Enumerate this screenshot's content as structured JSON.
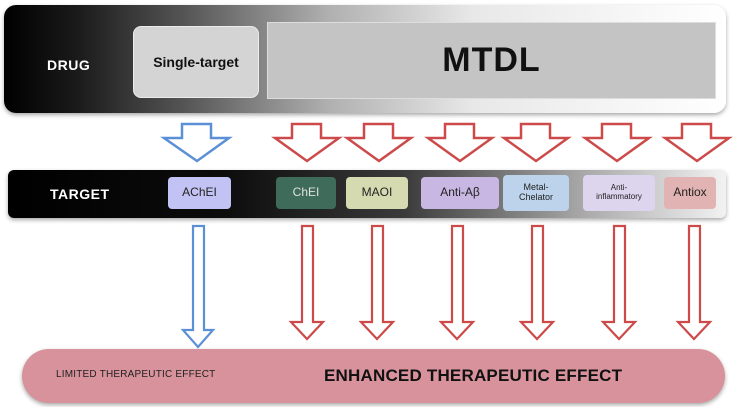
{
  "drug": {
    "label": "DRUG",
    "single_target": "Single-target",
    "mtdl": "MTDL"
  },
  "target": {
    "label": "TARGET",
    "items": [
      {
        "id": "ache",
        "line1": "AChEI",
        "line2": ""
      },
      {
        "id": "chei",
        "line1": "ChEI",
        "line2": ""
      },
      {
        "id": "maoi",
        "line1": "MAOI",
        "line2": ""
      },
      {
        "id": "abeta",
        "line1": "Anti-Aβ",
        "line2": ""
      },
      {
        "id": "metal",
        "line1": "Metal-",
        "line2": "Chelator"
      },
      {
        "id": "inflam",
        "line1": "Anti-",
        "line2": "inflammatory"
      },
      {
        "id": "antiox",
        "line1": "Antiox",
        "line2": ""
      }
    ]
  },
  "effect": {
    "limited": "LIMITED THERAPEUTIC EFFECT",
    "enhanced": "ENHANCED THERAPEUTIC EFFECT"
  },
  "colors": {
    "single_arrow": "#5b8fd6",
    "multi_arrow": "#cc4a4a"
  }
}
